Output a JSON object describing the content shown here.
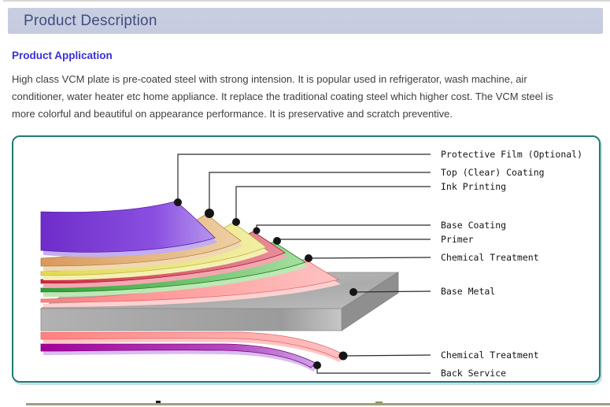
{
  "header": {
    "title": "Product Description"
  },
  "section": {
    "heading": "Product Application",
    "paragraph_lines": [
      "High class VCM plate is pre-coated steel with strong intension. It is popular used in refrigerator, wash machine, air",
      "conditioner, water heater etc home appliance. It replace the traditional coating steel which higher cost. The VCM steel is",
      "more colorful and beautiful on appearance performance. It is preservative and scratch preventive."
    ]
  },
  "diagram": {
    "labels": [
      {
        "text": "Protective Film (Optional)"
      },
      {
        "text": "Top (Clear) Coating"
      },
      {
        "text": "Ink Printing"
      },
      {
        "text": "Base Coating"
      },
      {
        "text": "Primer"
      },
      {
        "text": "Chemical Treatment"
      },
      {
        "text": "Base Metal"
      },
      {
        "text": "Chemical Treatment"
      },
      {
        "text": "Back Service"
      }
    ],
    "colors": {
      "border_teal": "#1f7b73",
      "protective_film": "#7733cc",
      "top_coating": "#dd9f66",
      "ink_printing": "#e6de5c",
      "base_coating": "#ce2840",
      "primer": "#2f9e33",
      "chemical_treatment": "#ff8585",
      "base_metal": "#a8a8a8",
      "back_service": "#a4009c"
    }
  },
  "page_colors": {
    "header_bar_bg": "#c7cce0",
    "header_text": "#3e4e80",
    "section_heading": "#3a2fd8"
  }
}
